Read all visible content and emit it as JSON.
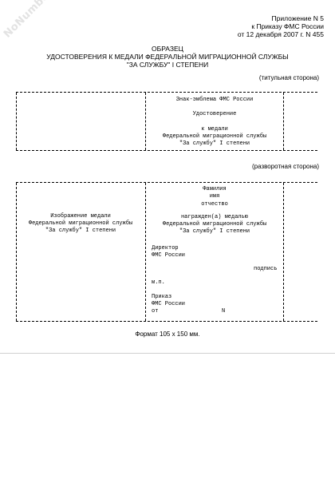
{
  "watermark": "NoNumber.ru",
  "appendix": {
    "line1": "Приложение N 5",
    "line2": "к Приказу ФМС России",
    "line3": "от 12 декабря 2007 г. N 455"
  },
  "heading": {
    "line1": "ОБРАЗЕЦ",
    "line2": "УДОСТОВЕРЕНИЯ К МЕДАЛИ ФЕДЕРАЛЬНОЙ МИГРАЦИОННОЙ СЛУЖБЫ",
    "line3": "\"ЗА СЛУЖБУ\" I СТЕПЕНИ"
  },
  "title_side": {
    "label": "(титульная сторона)",
    "emblem": "Знак-эмблема ФМС России",
    "doc": "Удостоверение",
    "line1": "к медали",
    "line2": "Федеральной миграционной службы",
    "line3": "\"За службу\" I степени"
  },
  "spread_side": {
    "label": "(разворотная сторона)",
    "left": {
      "line1": "Изображение медали",
      "line2": "Федеральной миграционной службы",
      "line3": "\"За службу\" I степени"
    },
    "right": {
      "surname": "Фамилия",
      "name": "имя",
      "patronymic": "отчество",
      "awarded": "награжден(а) медалью",
      "org": "Федеральной миграционной службы",
      "medal": "\"За службу\" I степени",
      "director": "Директор",
      "fms": "ФМС России",
      "signature": "подпись",
      "seal": "м.п.",
      "order": "Приказ",
      "order_org": "ФМС России",
      "from": "от",
      "number": "N"
    }
  },
  "format": "Формат 105 x 150 мм."
}
